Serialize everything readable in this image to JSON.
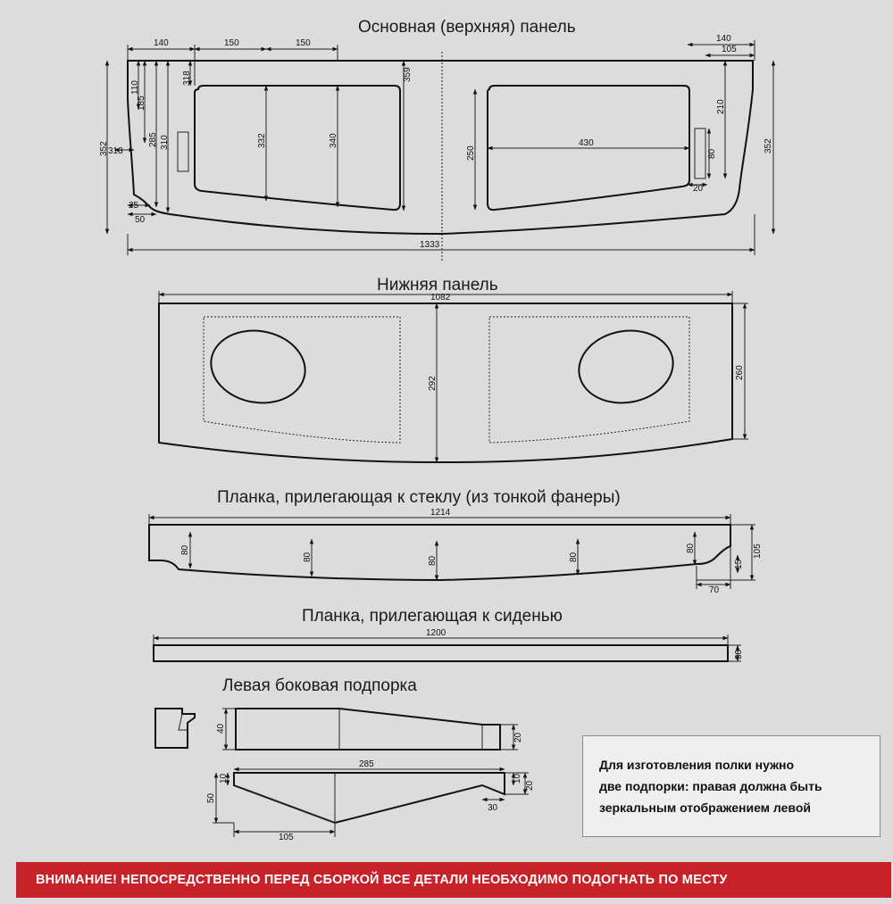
{
  "titles": {
    "top_panel": "Основная (верхняя) панель",
    "bottom_panel": "Нижняя панель",
    "glass_strip": "Планка, прилегающая к стеклу (из тонкой фанеры)",
    "seat_strip": "Планка, прилегающая к сиденью",
    "side_support": "Левая боковая подпорка"
  },
  "dimensions": {
    "top_panel": {
      "d140_left": "140",
      "d150_a": "150",
      "d150_b": "150",
      "d140_right": "140",
      "d105": "105",
      "d110": "110",
      "d185": "185",
      "d285": "285",
      "d310": "310",
      "d352_left": "352",
      "d313": "313",
      "d318": "318",
      "d332": "332",
      "d340": "340",
      "d359": "359",
      "d250": "250",
      "d430": "430",
      "d210": "210",
      "d80": "80",
      "d20": "20",
      "d352_right": "352",
      "d25": "25",
      "d50": "50",
      "d1333": "1333"
    },
    "bottom_panel": {
      "d1082": "1082",
      "d292": "292",
      "d260": "260"
    },
    "glass_strip": {
      "d1214": "1214",
      "d80_1": "80",
      "d80_2": "80",
      "d80_3": "80",
      "d80_4": "80",
      "d80_5": "80",
      "d105": "105",
      "d15": "15",
      "d70": "70"
    },
    "seat_strip": {
      "d1200": "1200",
      "d30": "30"
    },
    "side_support": {
      "d40": "40",
      "d20_a": "20",
      "d285": "285",
      "d50": "50",
      "d10_a": "10",
      "d10_b": "10",
      "d20_b": "20",
      "d30": "30",
      "d105": "105"
    }
  },
  "note": {
    "line1": "Для изготовления полки нужно",
    "line2": "две подпорки: правая должна быть",
    "line3": "зеркальным отображением левой"
  },
  "warning": "ВНИМАНИЕ! НЕПОСРЕДСТВЕННО ПЕРЕД СБОРКОЙ ВСЕ ДЕТАЛИ НЕОБХОДИМО ПОДОГНАТЬ ПО МЕСТУ"
}
